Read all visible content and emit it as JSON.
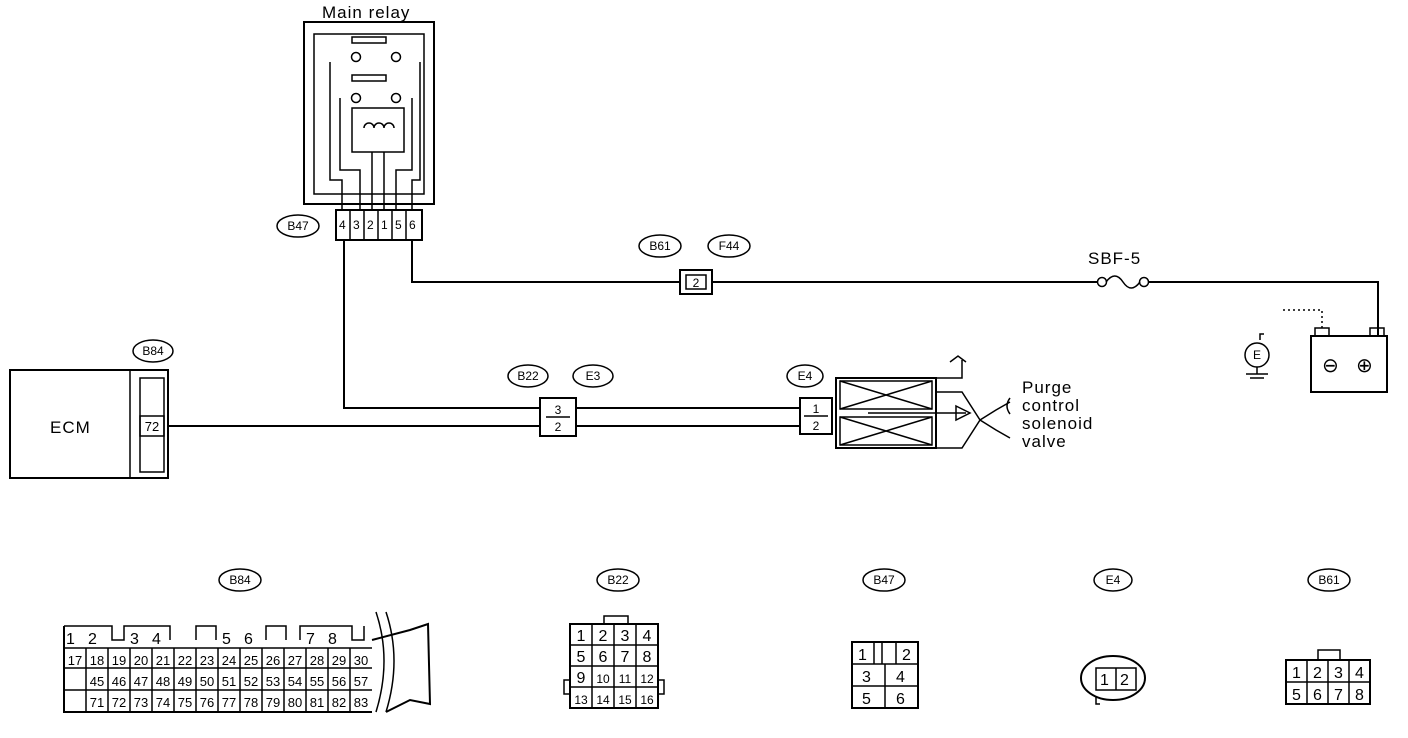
{
  "labels": {
    "main_relay": "Main relay",
    "sbf": "SBF-5",
    "ecm": "ECM",
    "valve_lines": [
      "Purge",
      "control",
      "solenoid",
      "valve"
    ],
    "ground": "E",
    "battery_neg": "⊖",
    "battery_pos": "⊕"
  },
  "connectors": {
    "b47": "B47",
    "b61": "B61",
    "f44": "F44",
    "b84": "B84",
    "b22": "B22",
    "e3": "E3",
    "e4": "E4"
  },
  "pins": {
    "relay_terminals": [
      "4",
      "3",
      "2",
      "1",
      "5",
      "6"
    ],
    "b61_pin": "2",
    "ecm_pin": "72",
    "b22_pins": [
      "3",
      "2"
    ],
    "e4_pins": [
      "1",
      "2"
    ]
  },
  "faceviews": {
    "b84": {
      "label": "B84",
      "row1": [
        "1",
        "2",
        "3",
        "4",
        "5",
        "6",
        "7",
        "8"
      ],
      "row2": [
        "17",
        "18",
        "19",
        "20",
        "21",
        "22",
        "23",
        "24",
        "25",
        "26",
        "27",
        "28",
        "29",
        "30"
      ],
      "row3": [
        "45",
        "46",
        "47",
        "48",
        "49",
        "50",
        "51",
        "52",
        "53",
        "54",
        "55",
        "56",
        "57"
      ],
      "row4": [
        "71",
        "72",
        "73",
        "74",
        "75",
        "76",
        "77",
        "78",
        "79",
        "80",
        "81",
        "82",
        "83"
      ]
    },
    "b22": {
      "label": "B22",
      "rows": [
        [
          "1",
          "2",
          "3",
          "4"
        ],
        [
          "5",
          "6",
          "7",
          "8"
        ],
        [
          "9",
          "10",
          "11",
          "12"
        ],
        [
          "13",
          "14",
          "15",
          "16"
        ]
      ]
    },
    "b47": {
      "label": "B47",
      "rows": [
        [
          "1",
          "",
          "2"
        ],
        [
          "3",
          "4"
        ],
        [
          "5",
          "6"
        ]
      ]
    },
    "e4": {
      "label": "E4",
      "pins": [
        "1",
        "2"
      ]
    },
    "b61": {
      "label": "B61",
      "rows": [
        [
          "1",
          "2",
          "3",
          "4"
        ],
        [
          "5",
          "6",
          "7",
          "8"
        ]
      ]
    }
  }
}
